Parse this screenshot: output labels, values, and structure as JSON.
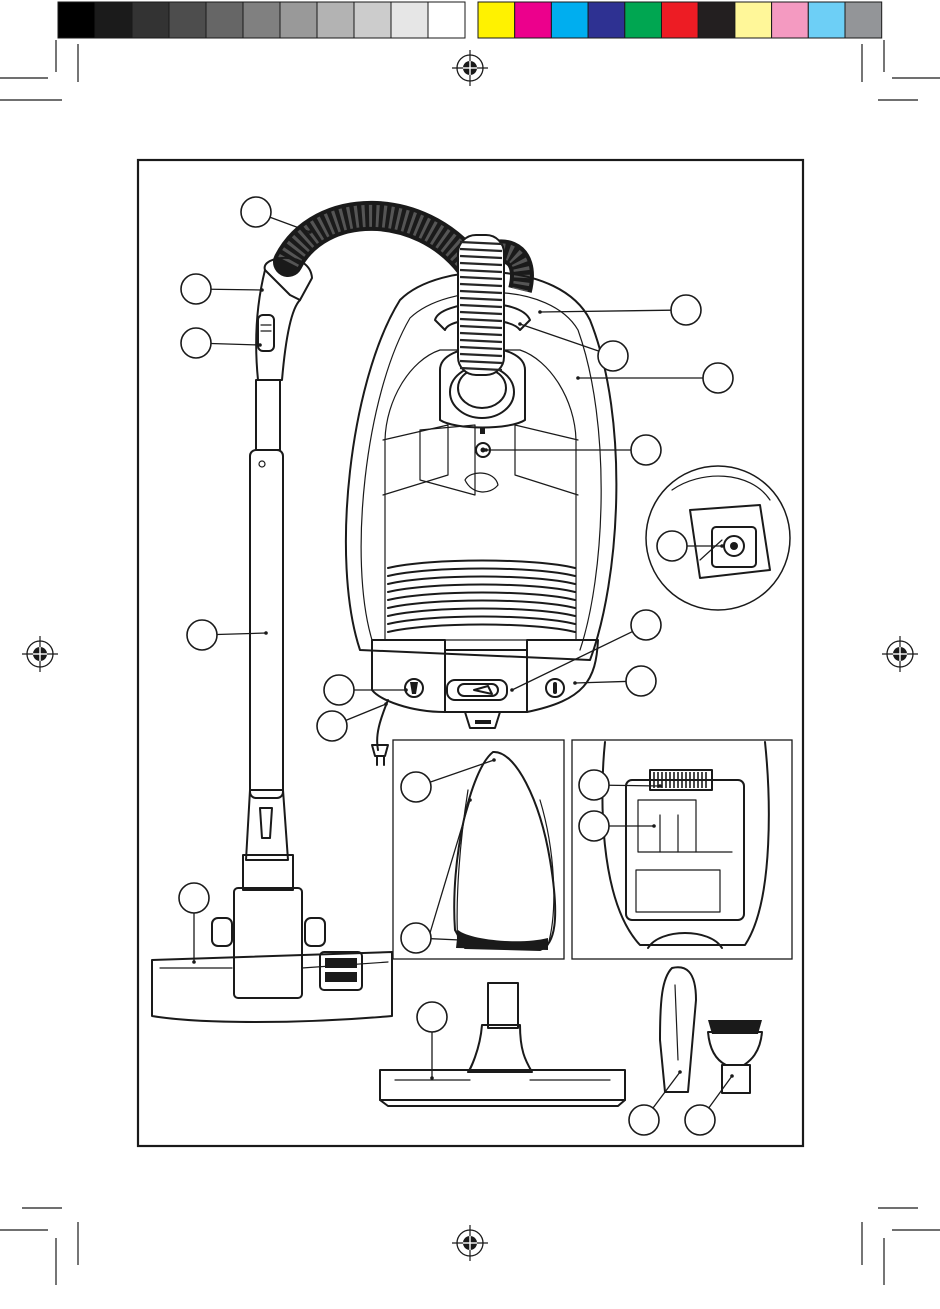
{
  "page": {
    "title": "",
    "description_text": ""
  },
  "color_bar": {
    "gray_swatches": [
      "#000000",
      "#1b1b1b",
      "#333333",
      "#4d4d4d",
      "#666666",
      "#808080",
      "#999999",
      "#b3b3b3",
      "#cccccc",
      "#e6e6e6",
      "#ffffff"
    ],
    "color_swatches": [
      "#fff200",
      "#ec008c",
      "#00aeef",
      "#2e3192",
      "#00a651",
      "#ed1c24",
      "#231f20",
      "#fff799",
      "#f49ac1",
      "#6dcff6",
      "#939598"
    ]
  },
  "callouts": [
    {
      "id": "hose",
      "label": ""
    },
    {
      "id": "handle",
      "label": ""
    },
    {
      "id": "suction-regulator",
      "label": ""
    },
    {
      "id": "telescopic-tube",
      "label": ""
    },
    {
      "id": "floor-nozzle",
      "label": ""
    },
    {
      "id": "carry-handle",
      "label": ""
    },
    {
      "id": "hose-socket",
      "label": ""
    },
    {
      "id": "front-cover",
      "label": ""
    },
    {
      "id": "dust-indicator",
      "label": ""
    },
    {
      "id": "bag-holder-detail",
      "label": ""
    },
    {
      "id": "power-regulator",
      "label": ""
    },
    {
      "id": "on-off-button",
      "label": ""
    },
    {
      "id": "cord-rewind-button",
      "label": ""
    },
    {
      "id": "power-cord",
      "label": ""
    },
    {
      "id": "parking-slot",
      "label": ""
    },
    {
      "id": "wheels",
      "label": ""
    },
    {
      "id": "exhaust-filter",
      "label": ""
    },
    {
      "id": "dust-bag",
      "label": ""
    },
    {
      "id": "parquet-nozzle",
      "label": ""
    },
    {
      "id": "crevice-nozzle",
      "label": ""
    },
    {
      "id": "brush-nozzle",
      "label": ""
    }
  ]
}
